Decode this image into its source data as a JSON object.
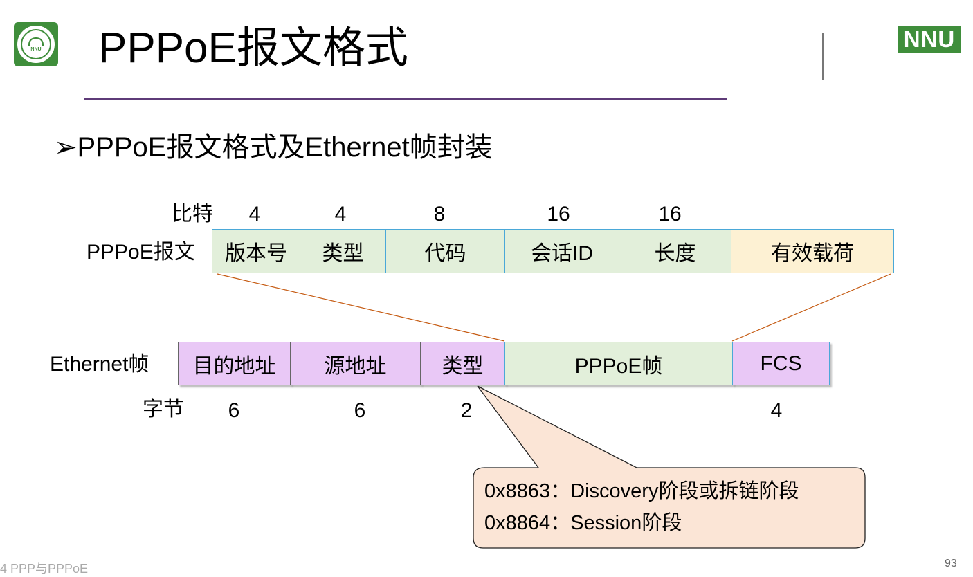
{
  "header": {
    "title": "PPPoE报文格式",
    "logo_left_text": "NNU",
    "logo_right_text": "NNU"
  },
  "subtitle": "➢PPPoE报文格式及Ethernet帧封装",
  "pppoe": {
    "bits_label": "比特",
    "bits": [
      "4",
      "4",
      "8",
      "16",
      "16"
    ],
    "row_label": "PPPoE报文",
    "fields": [
      "版本号",
      "类型",
      "代码",
      "会话ID",
      "长度",
      "有效载荷"
    ]
  },
  "ethernet": {
    "row_label": "Ethernet帧",
    "fields": [
      "目的地址",
      "源地址",
      "类型",
      "PPPoE帧",
      "FCS"
    ],
    "bytes_label": "字节",
    "bytes": [
      "6",
      "6",
      "2",
      "4"
    ]
  },
  "callout": {
    "line1": "0x8863：Discovery阶段或拆链阶段",
    "line2": "0x8864：Session阶段"
  },
  "footer": {
    "left_text": "4 PPP与PPPoE",
    "page_number": "93"
  },
  "colors": {
    "green": "#e2efda",
    "yellow": "#fdf1d3",
    "purple": "#e9c8f6",
    "callout": "#fbe5d6",
    "accent_line": "#5e3b78",
    "logo_green": "#3f8e3b"
  }
}
